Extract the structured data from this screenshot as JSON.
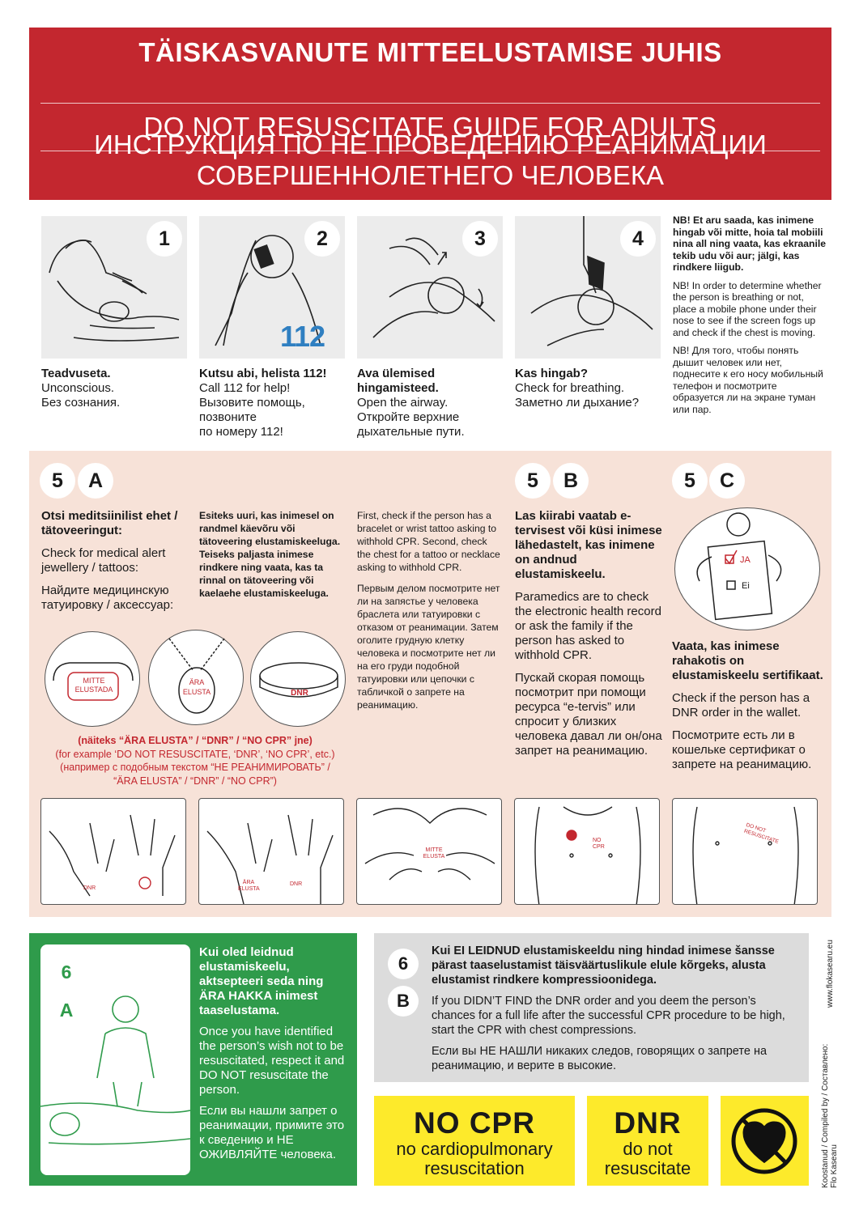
{
  "header": {
    "title_et": "TÄISKASVANUTE MITTEELUSTAMISE JUHIS",
    "title_en": "DO NOT RESUSCITATE GUIDE FOR ADULTS",
    "title_ru_1": "ИНСТРУКЦИЯ ПО НЕ ПРОВЕДЕНИЮ РЕАНИМАЦИИ",
    "title_ru_2": "СОВЕРШЕННОЛЕТНЕГО ЧЕЛОВЕКА"
  },
  "steps": [
    {
      "num": "1",
      "et": "Teadvuseta.",
      "en": "Unconscious.",
      "ru": "Без сознания."
    },
    {
      "num": "2",
      "et": "Kutsu abi, helista 112!",
      "en": "Call 112 for help!",
      "ru_1": "Вызовите помощь,",
      "ru_2": "позвоните",
      "ru_3": "по номеру 112!",
      "image_label": "112"
    },
    {
      "num": "3",
      "et_1": "Ava ülemised",
      "et_2": "hingamisteed.",
      "en": "Open the airway.",
      "ru_1": "Откройте верхние",
      "ru_2": "дыхательные пути."
    },
    {
      "num": "4",
      "et": "Kas hingab?",
      "en": "Check for breathing.",
      "ru": "Заметно ли дыхание?"
    }
  ],
  "nb": {
    "et": "NB! Et aru saada, kas inimene hingab või mitte, hoia tal mobiili nina all ning vaata, kas ekraanile tekib udu või aur; jälgi, kas rindkere liigub.",
    "en": "NB! In order to determine whether the person is breathing or not, place a mobile phone under their nose to see if the screen fogs up and check if the chest is moving.",
    "ru": "NB! Для того, чтобы понять дышит человек или нет, поднесите к его носу мобильный телефон и посмотрите образуется ли на экране туман или пар."
  },
  "step5a": {
    "num": "5",
    "letter": "A",
    "et": "Otsi meditsiinilist ehet / tätoveeringut:",
    "en": "Check for medical alert jewellery / tattoos:",
    "ru": "Найдите медицинскую татуировку / аксессуар:",
    "detail_et": "Esiteks uuri, kas inimesel on randmel käevõru või tätoveering elustamiskeeluga. Teiseks paljasta inimese rindkere ning vaata, kas ta rinnal on tätoveering või kaelaehe elustamiskeeluga.",
    "detail_en": "First, check if the person has a bracelet or wrist tattoo asking to withhold CPR. Second, check the chest for a tattoo or necklace asking to withhold CPR.",
    "detail_ru": "Первым делом посмотрите нет ли на запястье у человека браслета или татуировки с отказом от реанимации. Затем оголите грудную клетку человека и посмотрите нет ли на его груди подобной татуировки или цепочки с табличкой о запрете на реанимацию.",
    "bracelet_text_1": "MITTE",
    "bracelet_text_2": "ELUSTADA",
    "pendant_text_1": "ÄRA",
    "pendant_text_2": "ELUSTA",
    "band_text": "DNR",
    "note_et": "(näiteks “ÄRA ELUSTA” / “DNR” / “NO CPR” jne)",
    "note_en": "(for example ‘DO NOT RESUSCITATE, ‘DNR’, ‘NO CPR’, etc.)",
    "note_ru_1": "(например с подобным текстом “НЕ РЕАНИМИРОВАТЬ” /",
    "note_ru_2": "“ÄRA ELUSTA” / “DNR” / “NO CPR”)"
  },
  "step5b": {
    "num": "5",
    "letter": "B",
    "et": "Las kiirabi vaatab e-tervisest või küsi inimese lähedastelt, kas inimene on andnud elustamiskeelu.",
    "en": "Paramedics are to check the electronic health record or ask the family if the person has asked to withhold CPR.",
    "ru": "Пускай скорая помощь посмотрит при помощи ресурса “e-tervis” или спросит у близких человека давал ли он/она запрет на реанимацию."
  },
  "step5c": {
    "num": "5",
    "letter": "C",
    "et": "Vaata, kas inimese rahakotis on elustamiskeelu sertifikaat.",
    "en": "Check if the person has a DNR order in the wallet.",
    "ru": "Посмотрите есть ли в кошельке сертификат о запрете на реанимацию.",
    "form_yes": "JA",
    "form_no": "Ei"
  },
  "body_images": {
    "wrist_1": "DNR",
    "wrist_2a": "ÄRA ELUSTA",
    "wrist_2b": "DNR",
    "chest_1": "MITTE ELUSTA",
    "chest_2": "NO CPR",
    "chest_3": "DO NOT RESUSCITATE"
  },
  "step6a": {
    "num": "6",
    "letter": "A",
    "et": "Kui oled leidnud elustamiskeelu, aktsepteeri seda ning ÄRA HAKKA inimest taaselustama.",
    "en": "Once you have identified the person’s wish not to be resuscitated, respect it and DO NOT resuscitate the person.",
    "ru": "Если вы нашли запрет о реанимации, примите это к сведению и НЕ ОЖИВЛЯЙТЕ человека."
  },
  "step6b": {
    "num": "6",
    "letter": "B",
    "et": "Kui EI LEIDNUD elustamiskeeldu ning hindad inimese šansse pärast taaselustamist täisväärtuslikule elule kõrgeks, alusta elustamist rindkere kompressioonidega.",
    "en": "If you DIDN’T FIND the DNR order and you deem the person’s chances for a full life after the successful CPR procedure to be high, start the CPR with chest compressions.",
    "ru": "Если вы НЕ НАШЛИ никаких следов, говорящих о запрете на реанимацию, и верите в высокие."
  },
  "yellow": [
    {
      "big": "NO CPR",
      "sub_1": "no cardiopulmonary",
      "sub_2": "resuscitation"
    },
    {
      "big": "DNR",
      "sub_1": "do not",
      "sub_2": "resuscitate"
    }
  ],
  "credits": {
    "url": "www.flokasearu.eu",
    "compiled_1": "Koostanud / Compiled by / Составлено:",
    "compiled_2": "Flo Kasearu"
  },
  "colors": {
    "red": "#c3272f",
    "pink": "#f7e2d8",
    "green": "#2f9b4b",
    "grey": "#dcdcdc",
    "yellow": "#fdea2b",
    "blue": "#2f7fc1"
  }
}
